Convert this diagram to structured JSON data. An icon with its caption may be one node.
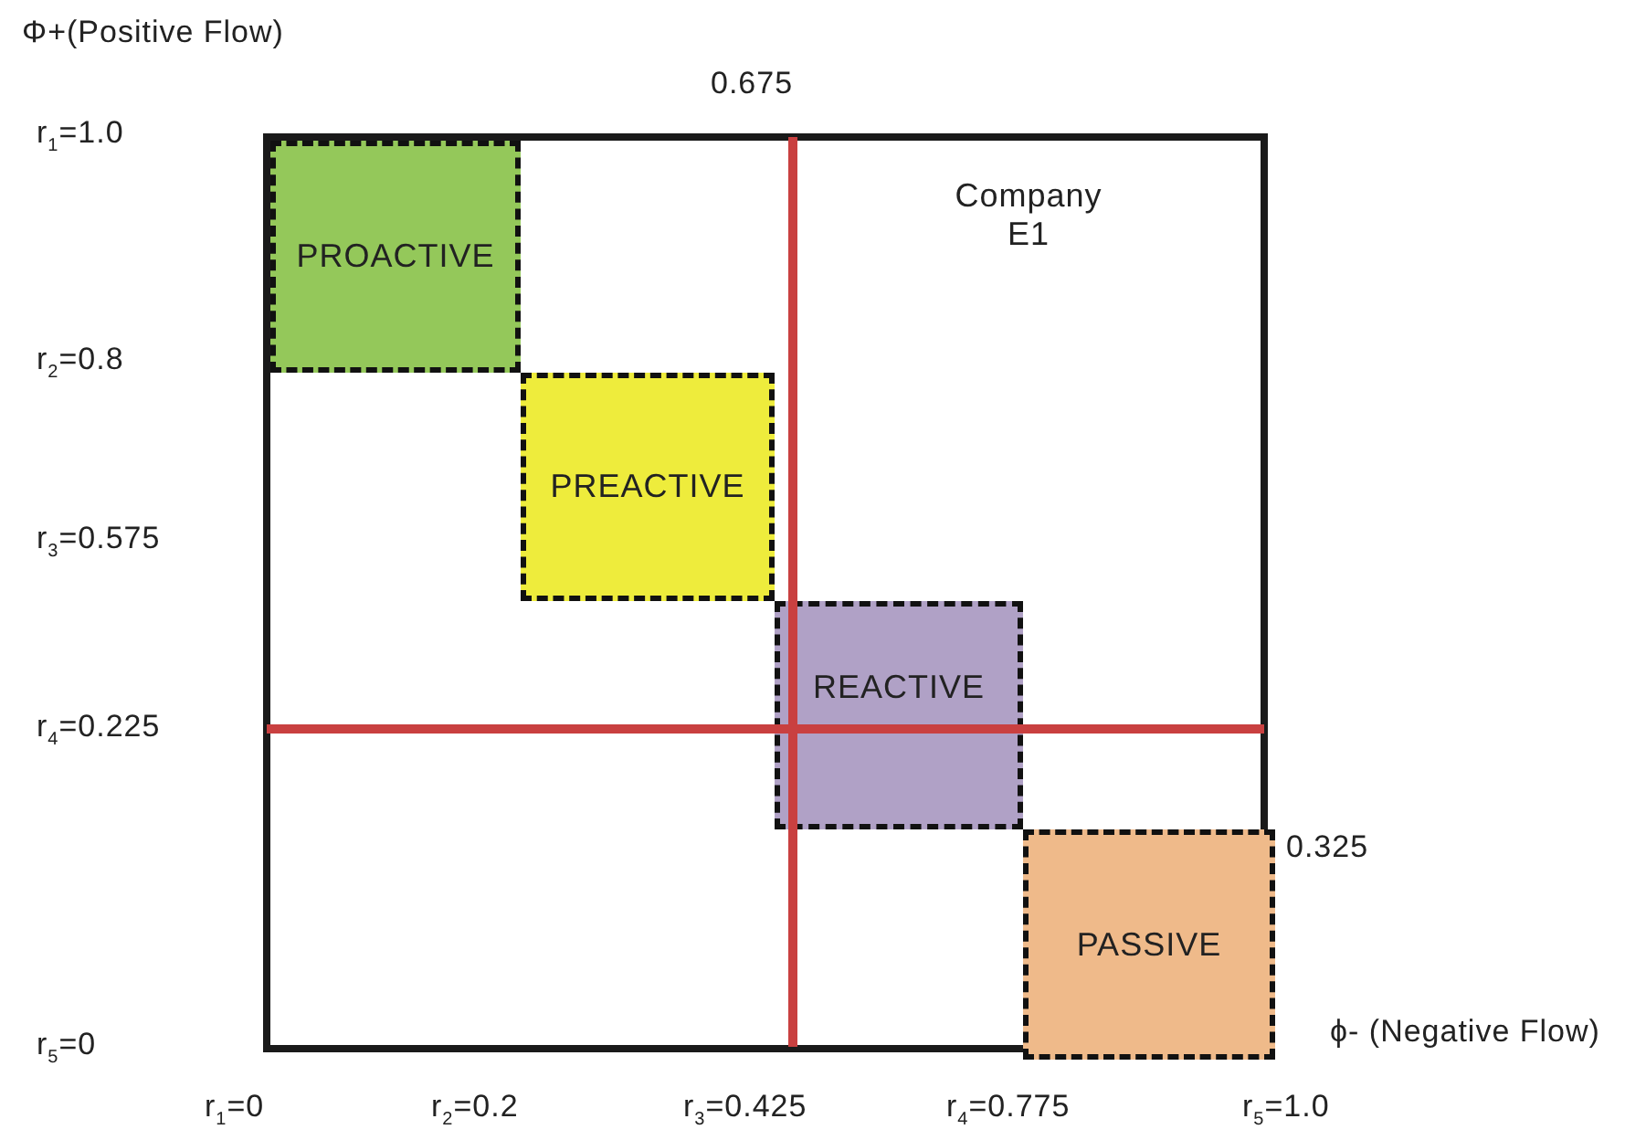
{
  "diagram": {
    "nodes": [
      {
        "text": [
          "Company E1"
        ]
      },
      {
        "text": [
          "PROACTIVE"
        ],
        "in": 0
      },
      {
        "text": [
          "PREACTIVE"
        ],
        "in": 0
      },
      {
        "text": [
          "REACTIVE"
        ],
        "in": 0
      },
      {
        "text": [
          "PASSIVE"
        ],
        "in": 0
      }
    ],
    "edges": [],
    "labels": [
      "Φ+(Positive Flow)",
      "0.675",
      "r$_{1}$=1.0",
      "r$_{2}$=0.8",
      "r$_{3}$=0.575",
      "r$_{4}$=0.225",
      "0.325",
      "r$_{5}$=0",
      "ϕ- (Negative Flow)",
      "r$_{1}$=0",
      "r$_{2}$=0.2",
      "r$_{3}$=0.425",
      "r$_{4}$=0.775",
      "r$_{5}$=1.0"
    ]
  }
}
